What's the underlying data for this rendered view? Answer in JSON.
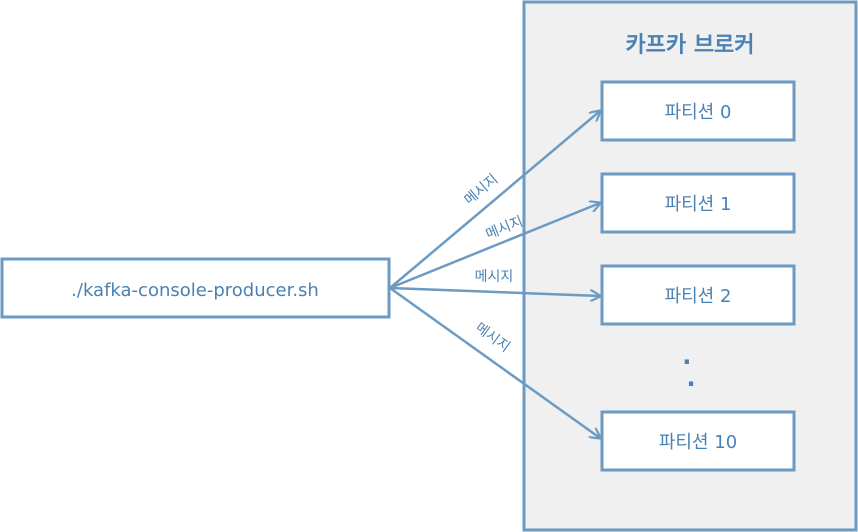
{
  "producer": {
    "label": "./kafka-console-producer.sh"
  },
  "broker": {
    "title": "카프카 브로커"
  },
  "partitions": [
    {
      "label": "파티션 0"
    },
    {
      "label": "파티션 1"
    },
    {
      "label": "파티션 2"
    },
    {
      "label": "파티션 10"
    }
  ],
  "ellipsis": ".\n.",
  "arrow_labels": [
    "메시지",
    "메시지",
    "메시지",
    "메시지"
  ],
  "colors": {
    "stroke": "#6b9ac2",
    "text": "#4a81b4",
    "broker_fill": "#f0f0f0",
    "box_fill": "#ffffff"
  }
}
